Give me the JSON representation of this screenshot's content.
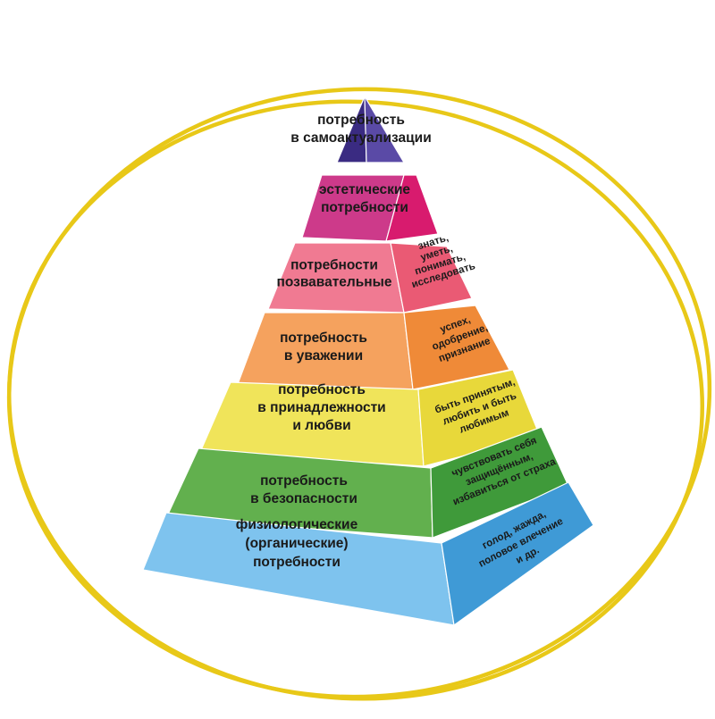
{
  "pyramid": {
    "ring_color": "#e8c818",
    "levels": [
      {
        "id": "self-actualization",
        "front_lines": [
          "потребность",
          "в самоактуализации"
        ],
        "side_lines": [],
        "front_color": "#3a2b82",
        "side_color": "#5a4aa6"
      },
      {
        "id": "aesthetic",
        "front_lines": [
          "эстетические",
          "потребности"
        ],
        "side_lines": [],
        "front_color": "#cd3a8a",
        "side_color": "#d81b6e"
      },
      {
        "id": "cognitive",
        "front_lines": [
          "потребности",
          "позвавательные"
        ],
        "side_lines": [
          "знать,",
          "уметь,",
          "понимать,",
          "исследовать"
        ],
        "front_color": "#f07a92",
        "side_color": "#ea5a74"
      },
      {
        "id": "esteem",
        "front_lines": [
          "потребность",
          "в уважении"
        ],
        "side_lines": [
          "успех,",
          "одобрение,",
          "признание"
        ],
        "front_color": "#f5a25e",
        "side_color": "#ef8a38"
      },
      {
        "id": "belonging",
        "front_lines": [
          "потребность",
          "в принадлежности",
          "и любви"
        ],
        "side_lines": [
          "быть принятым,",
          "любить и быть",
          "любимым"
        ],
        "front_color": "#f0e45a",
        "side_color": "#e8d83a"
      },
      {
        "id": "safety",
        "front_lines": [
          "потребность",
          "в безопасности"
        ],
        "side_lines": [
          "чувствовать себя",
          "защищённым,",
          "избавиться от страха"
        ],
        "front_color": "#62b04e",
        "side_color": "#3f9a3a"
      },
      {
        "id": "physiological",
        "front_lines": [
          "физиологические",
          "(органические)",
          "потребности"
        ],
        "side_lines": [
          "голод, жажда,",
          "половое влечение",
          "и др."
        ],
        "front_color": "#7ec3ee",
        "side_color": "#3f9ad6"
      }
    ]
  }
}
